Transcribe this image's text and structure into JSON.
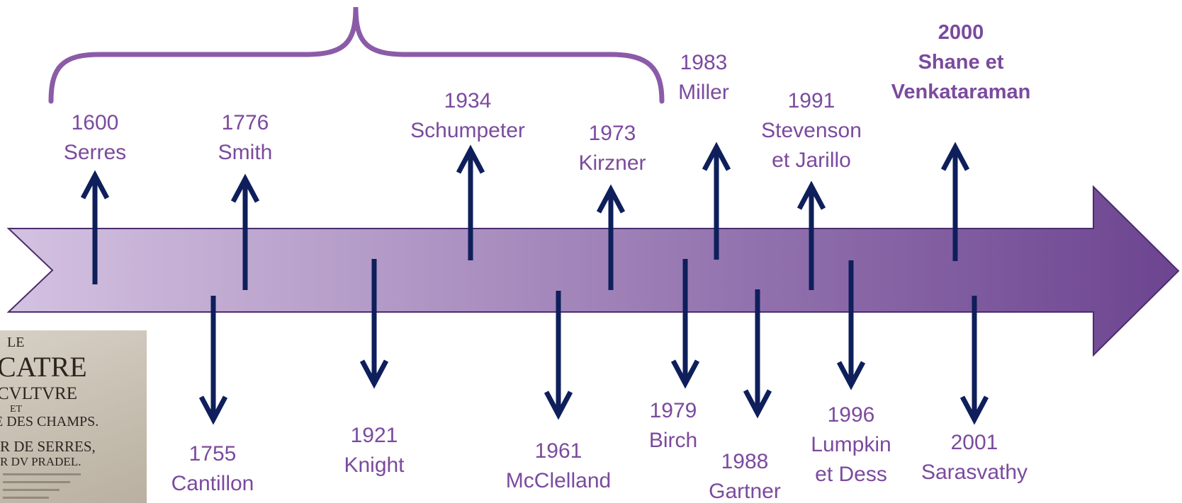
{
  "colors": {
    "arrow_color": "#0e1f5b",
    "label_color": "#7b4a9e",
    "brace_color": "#8b5ba8",
    "band_light": "#d4c2e1",
    "band_dark": "#6c4490"
  },
  "events_above": [
    {
      "year": "1600",
      "name": "Serres"
    },
    {
      "year": "1776",
      "name": "Smith"
    },
    {
      "year": "1934",
      "name": "Schumpeter"
    },
    {
      "year": "1973",
      "name": "Kirzner"
    },
    {
      "year": "1983",
      "name": "Miller"
    },
    {
      "year": "1991",
      "name": "Stevenson",
      "name2": "et Jarillo"
    },
    {
      "year": "2000",
      "name": "Shane et",
      "name2": "Venkataraman"
    }
  ],
  "events_below": [
    {
      "year": "1755",
      "name": "Cantillon"
    },
    {
      "year": "1921",
      "name": "Knight"
    },
    {
      "year": "1961",
      "name": "McClelland"
    },
    {
      "year": "1979",
      "name": "Birch"
    },
    {
      "year": "1988",
      "name": "Gartner"
    },
    {
      "year": "1996",
      "name": "Lumpkin",
      "name2": "et Dess"
    },
    {
      "year": "2001",
      "name": "Sarasvathy"
    }
  ],
  "book_image": {
    "lines": [
      "LE",
      "CATRE",
      "CVLTVRE",
      "ET",
      "E DES CHAMPS.",
      "R DE SERRES,",
      "R DV PRADEL."
    ]
  }
}
